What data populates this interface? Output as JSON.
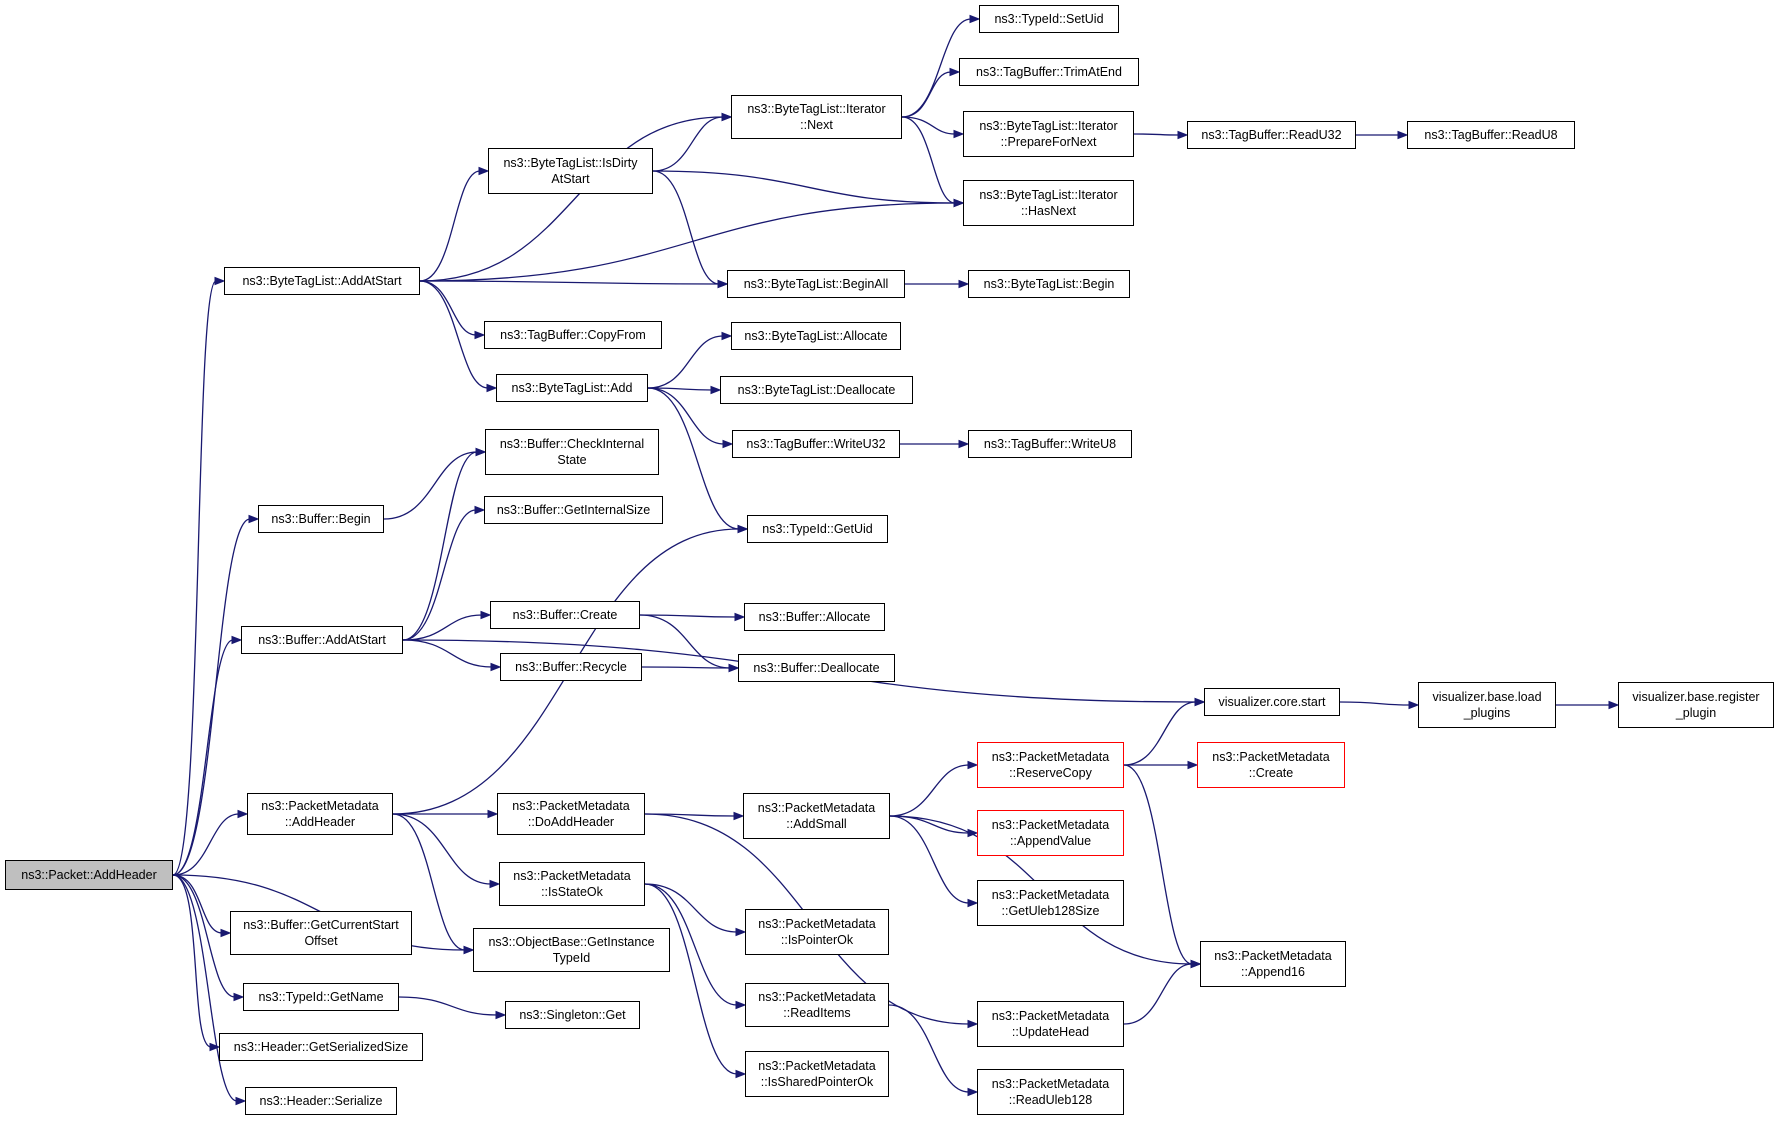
{
  "colors": {
    "edge": "#191970",
    "root_fill": "#bfbfbf",
    "border": "#000000",
    "truncated_border": "#ff0000"
  },
  "nodes": {
    "root": {
      "lines": [
        "ns3::Packet::AddHeader"
      ]
    },
    "n1": {
      "lines": [
        "ns3::ByteTagList::AddAtStart"
      ]
    },
    "n2": {
      "lines": [
        "ns3::Buffer::Begin"
      ]
    },
    "n3": {
      "lines": [
        "ns3::Buffer::AddAtStart"
      ]
    },
    "n4": {
      "lines": [
        "ns3::PacketMetadata",
        "::AddHeader"
      ]
    },
    "n5": {
      "lines": [
        "ns3::Buffer::GetCurrentStart",
        "Offset"
      ]
    },
    "n6": {
      "lines": [
        "ns3::TypeId::GetName"
      ]
    },
    "n7": {
      "lines": [
        "ns3::Header::GetSerializedSize"
      ]
    },
    "n8": {
      "lines": [
        "ns3::Header::Serialize"
      ]
    },
    "n9": {
      "lines": [
        "ns3::ByteTagList::IsDirty",
        "AtStart"
      ]
    },
    "n10": {
      "lines": [
        "ns3::TagBuffer::CopyFrom"
      ]
    },
    "n11": {
      "lines": [
        "ns3::ByteTagList::Add"
      ]
    },
    "n12": {
      "lines": [
        "ns3::Buffer::CheckInternal",
        "State"
      ]
    },
    "n13": {
      "lines": [
        "ns3::Buffer::GetInternalSize"
      ]
    },
    "n14": {
      "lines": [
        "ns3::Buffer::Create"
      ]
    },
    "n15": {
      "lines": [
        "ns3::Buffer::Recycle"
      ]
    },
    "n16": {
      "lines": [
        "ns3::PacketMetadata",
        "::DoAddHeader"
      ]
    },
    "n17": {
      "lines": [
        "ns3::PacketMetadata",
        "::IsStateOk"
      ]
    },
    "n18": {
      "lines": [
        "ns3::ObjectBase::GetInstance",
        "TypeId"
      ]
    },
    "n19": {
      "lines": [
        "ns3::Singleton::Get"
      ]
    },
    "n20": {
      "lines": [
        "ns3::ByteTagList::Iterator",
        "::Next"
      ]
    },
    "n21": {
      "lines": [
        "ns3::ByteTagList::BeginAll"
      ]
    },
    "n22": {
      "lines": [
        "ns3::ByteTagList::Allocate"
      ]
    },
    "n23": {
      "lines": [
        "ns3::ByteTagList::Deallocate"
      ]
    },
    "n24": {
      "lines": [
        "ns3::TagBuffer::WriteU32"
      ]
    },
    "n25": {
      "lines": [
        "ns3::TypeId::GetUid"
      ]
    },
    "n26": {
      "lines": [
        "ns3::Buffer::Allocate"
      ]
    },
    "n27": {
      "lines": [
        "ns3::Buffer::Deallocate"
      ]
    },
    "n28": {
      "lines": [
        "ns3::PacketMetadata",
        "::AddSmall"
      ]
    },
    "n29": {
      "lines": [
        "ns3::PacketMetadata",
        "::IsPointerOk"
      ]
    },
    "n30": {
      "lines": [
        "ns3::PacketMetadata",
        "::ReadItems"
      ]
    },
    "n31": {
      "lines": [
        "ns3::PacketMetadata",
        "::IsSharedPointerOk"
      ]
    },
    "n32": {
      "lines": [
        "ns3::TypeId::SetUid"
      ]
    },
    "n33": {
      "lines": [
        "ns3::TagBuffer::TrimAtEnd"
      ]
    },
    "n34": {
      "lines": [
        "ns3::ByteTagList::Iterator",
        "::PrepareForNext"
      ]
    },
    "n35": {
      "lines": [
        "ns3::ByteTagList::Iterator",
        "::HasNext"
      ]
    },
    "n36": {
      "lines": [
        "ns3::ByteTagList::Begin"
      ]
    },
    "n37": {
      "lines": [
        "ns3::TagBuffer::WriteU8"
      ]
    },
    "n38": {
      "lines": [
        "visualizer.core.start"
      ]
    },
    "n39": {
      "lines": [
        "ns3::PacketMetadata",
        "::ReserveCopy"
      ]
    },
    "n40": {
      "lines": [
        "ns3::PacketMetadata",
        "::AppendValue"
      ]
    },
    "n41": {
      "lines": [
        "ns3::PacketMetadata",
        "::GetUleb128Size"
      ]
    },
    "n42": {
      "lines": [
        "ns3::PacketMetadata",
        "::UpdateHead"
      ]
    },
    "n43": {
      "lines": [
        "ns3::PacketMetadata",
        "::ReadUleb128"
      ]
    },
    "n44": {
      "lines": [
        "ns3::TagBuffer::ReadU32"
      ]
    },
    "n45": {
      "lines": [
        "ns3::TagBuffer::ReadU8"
      ]
    },
    "n46": {
      "lines": [
        "visualizer.base.load",
        "_plugins"
      ]
    },
    "n47": {
      "lines": [
        "visualizer.base.register",
        "_plugin"
      ]
    },
    "n48": {
      "lines": [
        "ns3::PacketMetadata",
        "::Create"
      ]
    },
    "n49": {
      "lines": [
        "ns3::PacketMetadata",
        "::Append16"
      ]
    }
  },
  "edges": [
    [
      "root",
      "n1"
    ],
    [
      "root",
      "n2"
    ],
    [
      "root",
      "n3"
    ],
    [
      "root",
      "n4"
    ],
    [
      "root",
      "n5"
    ],
    [
      "root",
      "n6"
    ],
    [
      "root",
      "n7"
    ],
    [
      "root",
      "n8"
    ],
    [
      "root",
      "n18"
    ],
    [
      "n1",
      "n20"
    ],
    [
      "n1",
      "n9"
    ],
    [
      "n1",
      "n35"
    ],
    [
      "n1",
      "n21"
    ],
    [
      "n1",
      "n10"
    ],
    [
      "n1",
      "n11"
    ],
    [
      "n9",
      "n20"
    ],
    [
      "n9",
      "n35"
    ],
    [
      "n9",
      "n21"
    ],
    [
      "n20",
      "n32"
    ],
    [
      "n20",
      "n33"
    ],
    [
      "n20",
      "n34"
    ],
    [
      "n20",
      "n35"
    ],
    [
      "n34",
      "n44"
    ],
    [
      "n44",
      "n45"
    ],
    [
      "n21",
      "n36"
    ],
    [
      "n11",
      "n22"
    ],
    [
      "n11",
      "n23"
    ],
    [
      "n11",
      "n24"
    ],
    [
      "n11",
      "n25"
    ],
    [
      "n24",
      "n37"
    ],
    [
      "n2",
      "n12"
    ],
    [
      "n3",
      "n12"
    ],
    [
      "n3",
      "n13"
    ],
    [
      "n3",
      "n14"
    ],
    [
      "n3",
      "n15"
    ],
    [
      "n3",
      "n38"
    ],
    [
      "n14",
      "n26"
    ],
    [
      "n14",
      "n27"
    ],
    [
      "n15",
      "n27"
    ],
    [
      "n38",
      "n46"
    ],
    [
      "n46",
      "n47"
    ],
    [
      "n4",
      "n25"
    ],
    [
      "n4",
      "n16"
    ],
    [
      "n4",
      "n17"
    ],
    [
      "n4",
      "n18"
    ],
    [
      "n16",
      "n28"
    ],
    [
      "n16",
      "n42"
    ],
    [
      "n28",
      "n39"
    ],
    [
      "n28",
      "n40"
    ],
    [
      "n28",
      "n41"
    ],
    [
      "n28",
      "n49"
    ],
    [
      "n39",
      "n38"
    ],
    [
      "n39",
      "n48"
    ],
    [
      "n39",
      "n49"
    ],
    [
      "n42",
      "n49"
    ],
    [
      "n17",
      "n29"
    ],
    [
      "n17",
      "n30"
    ],
    [
      "n17",
      "n31"
    ],
    [
      "n30",
      "n43"
    ],
    [
      "n6",
      "n19"
    ]
  ]
}
